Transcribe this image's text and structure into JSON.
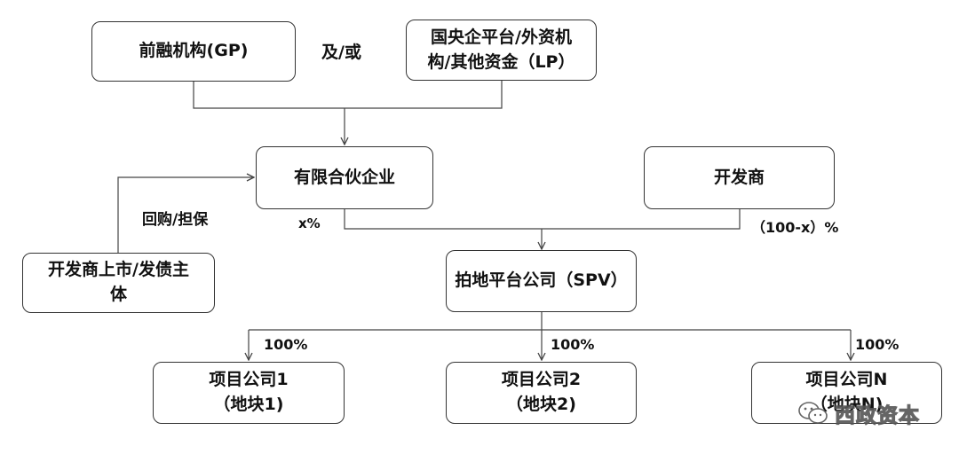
{
  "nodes": {
    "gp": "前融机构(GP)",
    "lp_line1": "国央企平台/外资机",
    "lp_line2": "构/其他资金（LP）",
    "partnership": "有限合伙企业",
    "developer": "开发商",
    "listed_line1": "开发商上市/发债主",
    "listed_line2": "体",
    "spv": "拍地平台公司（SPV）",
    "project1_line1": "项目公司1",
    "project1_line2": "（地块1)",
    "project2_line1": "项目公司2",
    "project2_line2": "（地块2)",
    "projectN_line1": "项目公司N",
    "projectN_line2": "（地块N)"
  },
  "labels": {
    "and_or": "及/或",
    "buyback": "回购/担保",
    "x_pct": "x%",
    "remainder_pct": "（100-x）%",
    "pct1": "100%",
    "pct2": "100%",
    "pct3": "100%"
  },
  "watermark": {
    "text": "西政资本",
    "icon": "wechat-bubbles-icon"
  }
}
